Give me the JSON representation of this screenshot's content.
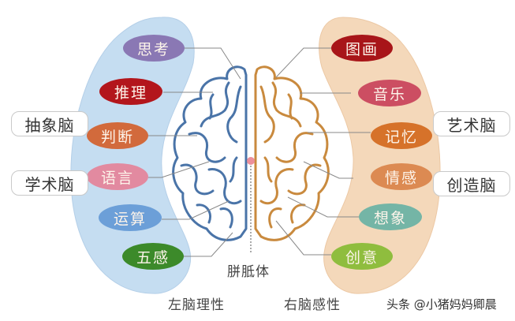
{
  "diagram": {
    "title_left": "左脑理性",
    "title_right": "右脑感性",
    "center_label": "胼胝体",
    "watermark": "头条 @小猪妈妈卿晨",
    "colors": {
      "left_band": "#c5ddf1",
      "right_band": "#f4d8ba",
      "left_brain_stroke": "#4a74a8",
      "right_brain_stroke": "#c98a3e",
      "corpus_callosum": "#ec8f9b"
    },
    "left_hemisphere": {
      "group_tags": [
        {
          "label": "抽象脑"
        },
        {
          "label": "学术脑"
        }
      ],
      "functions": [
        {
          "label": "思考",
          "color": "#8a78b4"
        },
        {
          "label": "推理",
          "color": "#b3161c"
        },
        {
          "label": "判断",
          "color": "#d26a3c"
        },
        {
          "label": "语言",
          "color": "#e28aa0"
        },
        {
          "label": "运算",
          "color": "#6c9fd8"
        },
        {
          "label": "五感",
          "color": "#3c8a2a"
        }
      ]
    },
    "right_hemisphere": {
      "group_tags": [
        {
          "label": "艺术脑"
        },
        {
          "label": "创造脑"
        }
      ],
      "functions": [
        {
          "label": "图画",
          "color": "#a81519"
        },
        {
          "label": "音乐",
          "color": "#cc4e62"
        },
        {
          "label": "记忆",
          "color": "#d6722a"
        },
        {
          "label": "情感",
          "color": "#dc8a52"
        },
        {
          "label": "想象",
          "color": "#74b5a6"
        },
        {
          "label": "创意",
          "color": "#8fbd3e"
        }
      ]
    }
  }
}
